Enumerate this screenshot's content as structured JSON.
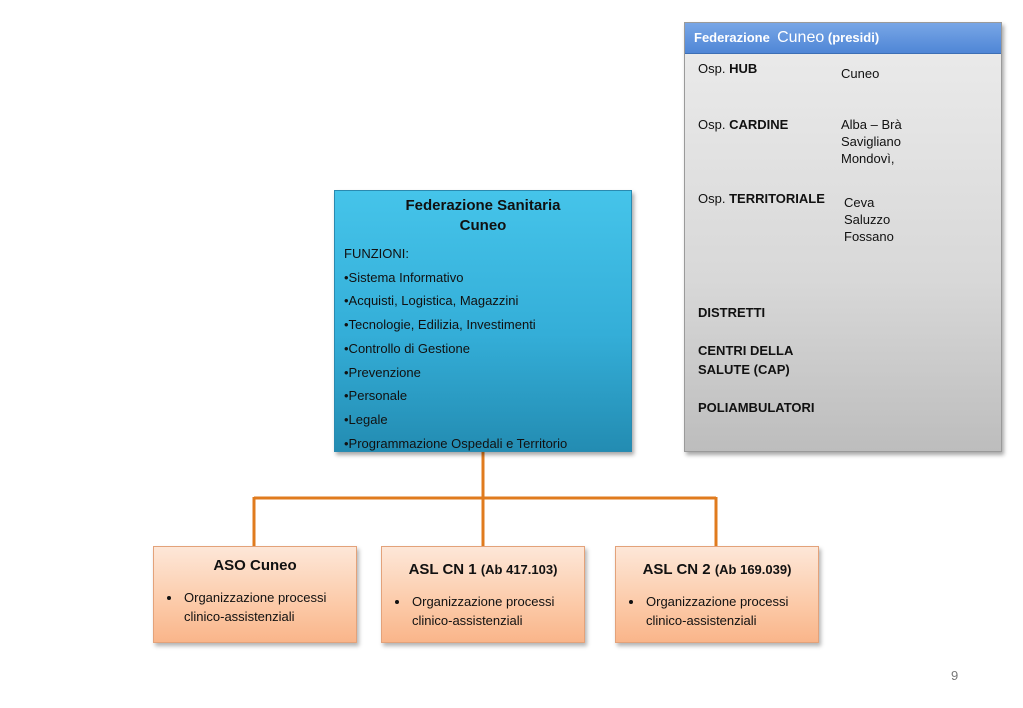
{
  "presidi": {
    "header_prefix": "Federazione",
    "header_city": "Cuneo",
    "header_suffix": "(presidi)",
    "rows": [
      {
        "prefix": "Osp.",
        "label": "HUB",
        "value_lines": [
          "Cuneo"
        ]
      },
      {
        "prefix": "Osp.",
        "label": "CARDINE",
        "value_lines": [
          "Alba – Brà",
          "Savigliano",
          "Mondovì,"
        ]
      },
      {
        "prefix": "Osp.",
        "label": "TERRITORIALE",
        "value_lines": [
          "Ceva",
          "Saluzzo",
          "Fossano"
        ]
      }
    ],
    "extras": [
      "DISTRETTI",
      "CENTRI DELLA",
      "SALUTE (CAP)",
      "POLIAMBULATORI"
    ]
  },
  "federazione": {
    "title_line1": "Federazione Sanitaria",
    "title_line2": "Cuneo",
    "funzioni_label": "FUNZIONI:",
    "items": [
      "•Sistema Informativo",
      "•Acquisti, Logistica, Magazzini",
      "•Tecnologie, Edilizia, Investimenti",
      "•Controllo di Gestione",
      "•Prevenzione",
      "•Personale",
      "•Legale",
      "•Programmazione Ospedali e Territorio"
    ]
  },
  "aziende": [
    {
      "name": "ASO Cuneo",
      "detail": "",
      "bullet": "Organizzazione processi clinico-assistenziali"
    },
    {
      "name": "ASL  CN 1",
      "detail": "(Ab 417.103)",
      "bullet": "Organizzazione processi clinico-assistenziali"
    },
    {
      "name": "ASL CN 2",
      "detail": "(Ab 169.039)",
      "bullet": "Organizzazione processi clinico-assistenziali"
    }
  ],
  "page_number": "9",
  "colors": {
    "connector": "#e07b1e",
    "header_blue": "#4f86d6",
    "fed_blue": "#34aed8",
    "orange_box": "#fccaa8"
  }
}
